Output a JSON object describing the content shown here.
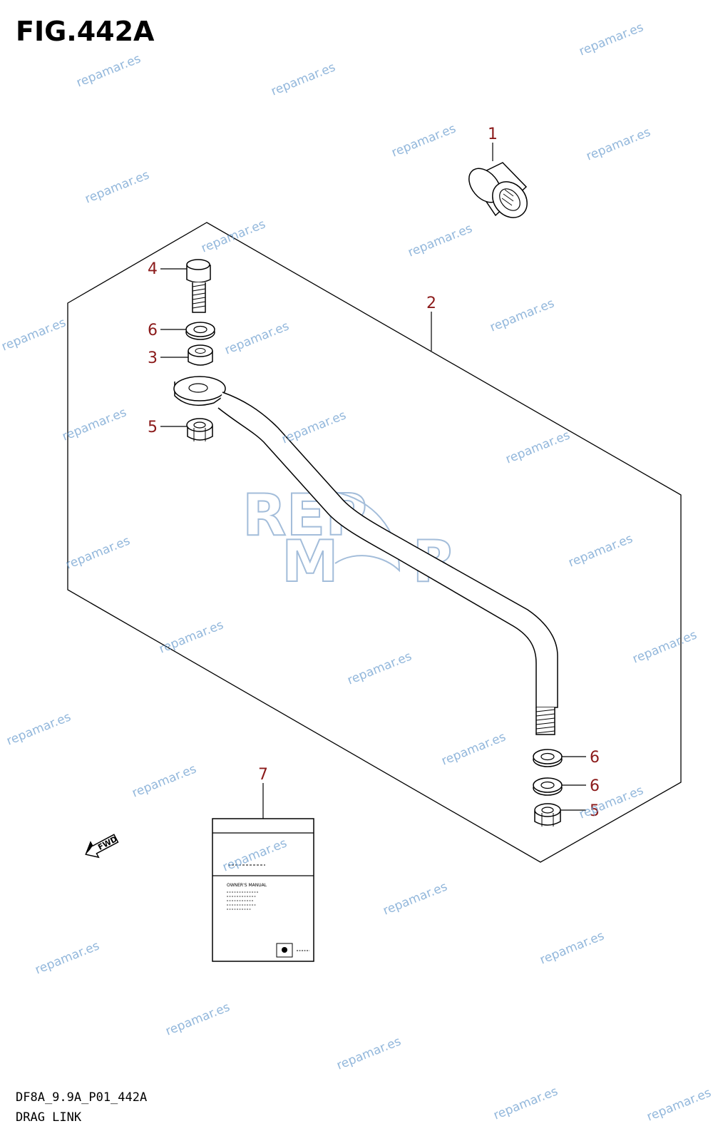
{
  "figure": {
    "title": "FIG.442A",
    "code": "DF8A_9.9A_P01_442A",
    "name": "DRAG LINK"
  },
  "callouts": {
    "c1": "1",
    "c2": "2",
    "c3": "3",
    "c4": "4",
    "c5a": "5",
    "c5b": "5",
    "c6a": "6",
    "c6b": "6",
    "c6c": "6",
    "c7": "7"
  },
  "manual": {
    "title": "OWNER'S MANUAL"
  },
  "fwd_label": "FWD",
  "watermark": {
    "text": "repamar.es",
    "logo_top": "REP",
    "logo_bottom": "M R"
  },
  "colors": {
    "callout": "#8b1a1a",
    "watermark": "#6e9fd0",
    "line": "#000000"
  }
}
